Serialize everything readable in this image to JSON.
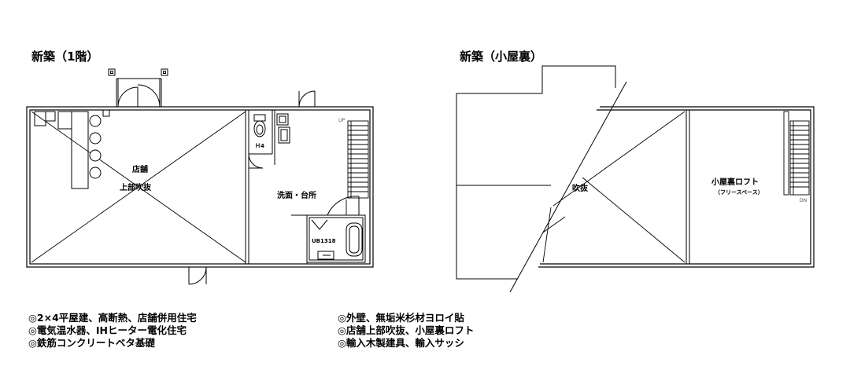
{
  "plan_1f": {
    "title": "新築（1階）",
    "room_store": "店舗",
    "room_store_void": "上部吹抜",
    "room_wash_kitchen": "洗面・台所",
    "unit_bath": "UB1318",
    "toilet_label": "Ｈ4",
    "stair_up": "UP"
  },
  "plan_attic": {
    "title": "新築（小屋裏）",
    "room_void": "吹抜",
    "room_loft": "小屋裏ロフト",
    "room_loft_sub": "（フリースペース）",
    "stair_down": "DN"
  },
  "notes_left": [
    "◎2×4平屋建、高断熱、店舗併用住宅",
    "◎電気温水器、IHヒーター電化住宅",
    "◎鉄筋コンクリートベタ基礎"
  ],
  "notes_right": [
    "◎外壁、無垢米杉材ヨロイ貼",
    "◎店舗上部吹抜、小屋裏ロフト",
    "◎輸入木製建具、輸入サッシ"
  ]
}
